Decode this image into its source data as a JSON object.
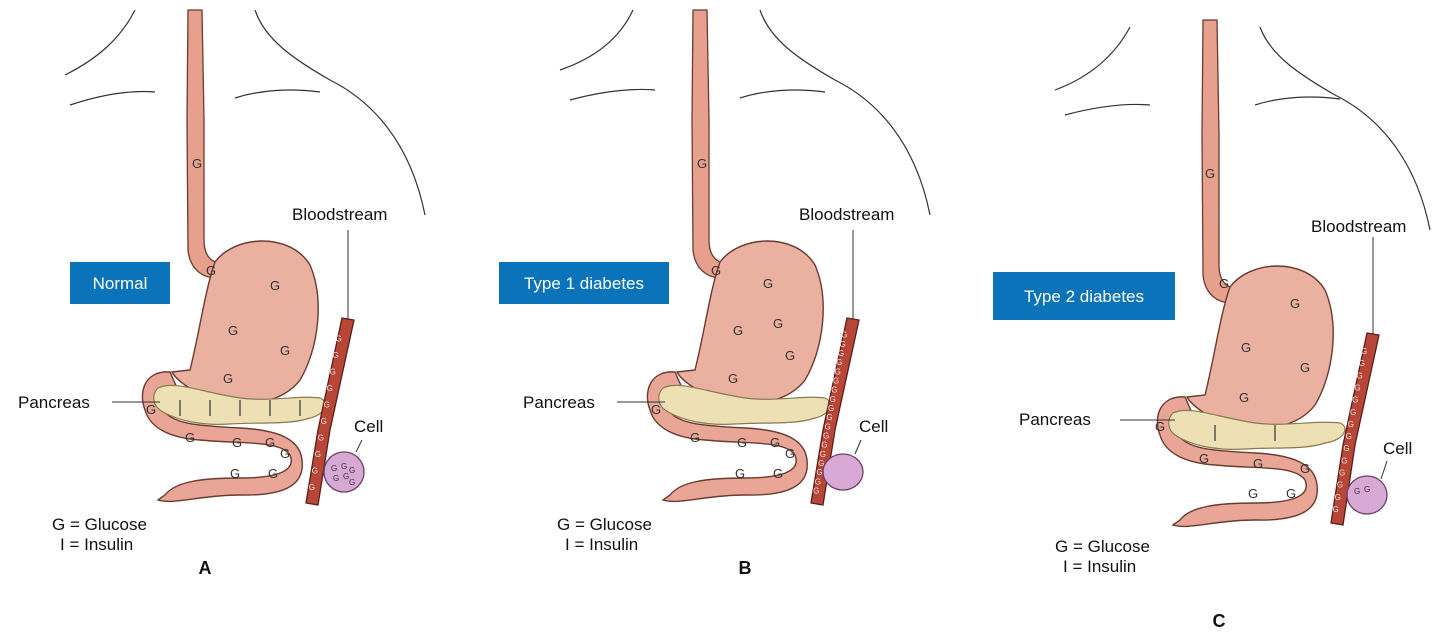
{
  "panels": [
    {
      "letter": "A",
      "badge": "Normal",
      "labels": {
        "bloodstream": "Bloodstream",
        "pancreas": "Pancreas",
        "cell": "Cell"
      },
      "legend": {
        "glucose": "G = Glucose",
        "insulin": "I = Insulin"
      },
      "insulin_marks": 5,
      "cell_glucose": 6,
      "vessel_glucose": 10
    },
    {
      "letter": "B",
      "badge": "Type 1 diabetes",
      "labels": {
        "bloodstream": "Bloodstream",
        "pancreas": "Pancreas",
        "cell": "Cell"
      },
      "legend": {
        "glucose": "G = Glucose",
        "insulin": "I = Insulin"
      },
      "insulin_marks": 0,
      "cell_glucose": 0,
      "vessel_glucose": 18
    },
    {
      "letter": "C",
      "badge": "Type 2 diabetes",
      "labels": {
        "bloodstream": "Bloodstream",
        "pancreas": "Pancreas",
        "cell": "Cell"
      },
      "legend": {
        "glucose": "G = Glucose",
        "insulin": "I = Insulin"
      },
      "insulin_marks": 2,
      "cell_glucose": 2,
      "vessel_glucose": 14
    }
  ],
  "glucose_symbol": "G",
  "colors": {
    "badge": "#0a73b9",
    "organ": "#eab0a0",
    "pancreas": "#ece0b4",
    "vessel": "#b74638",
    "cell": "#d9a9d6"
  }
}
